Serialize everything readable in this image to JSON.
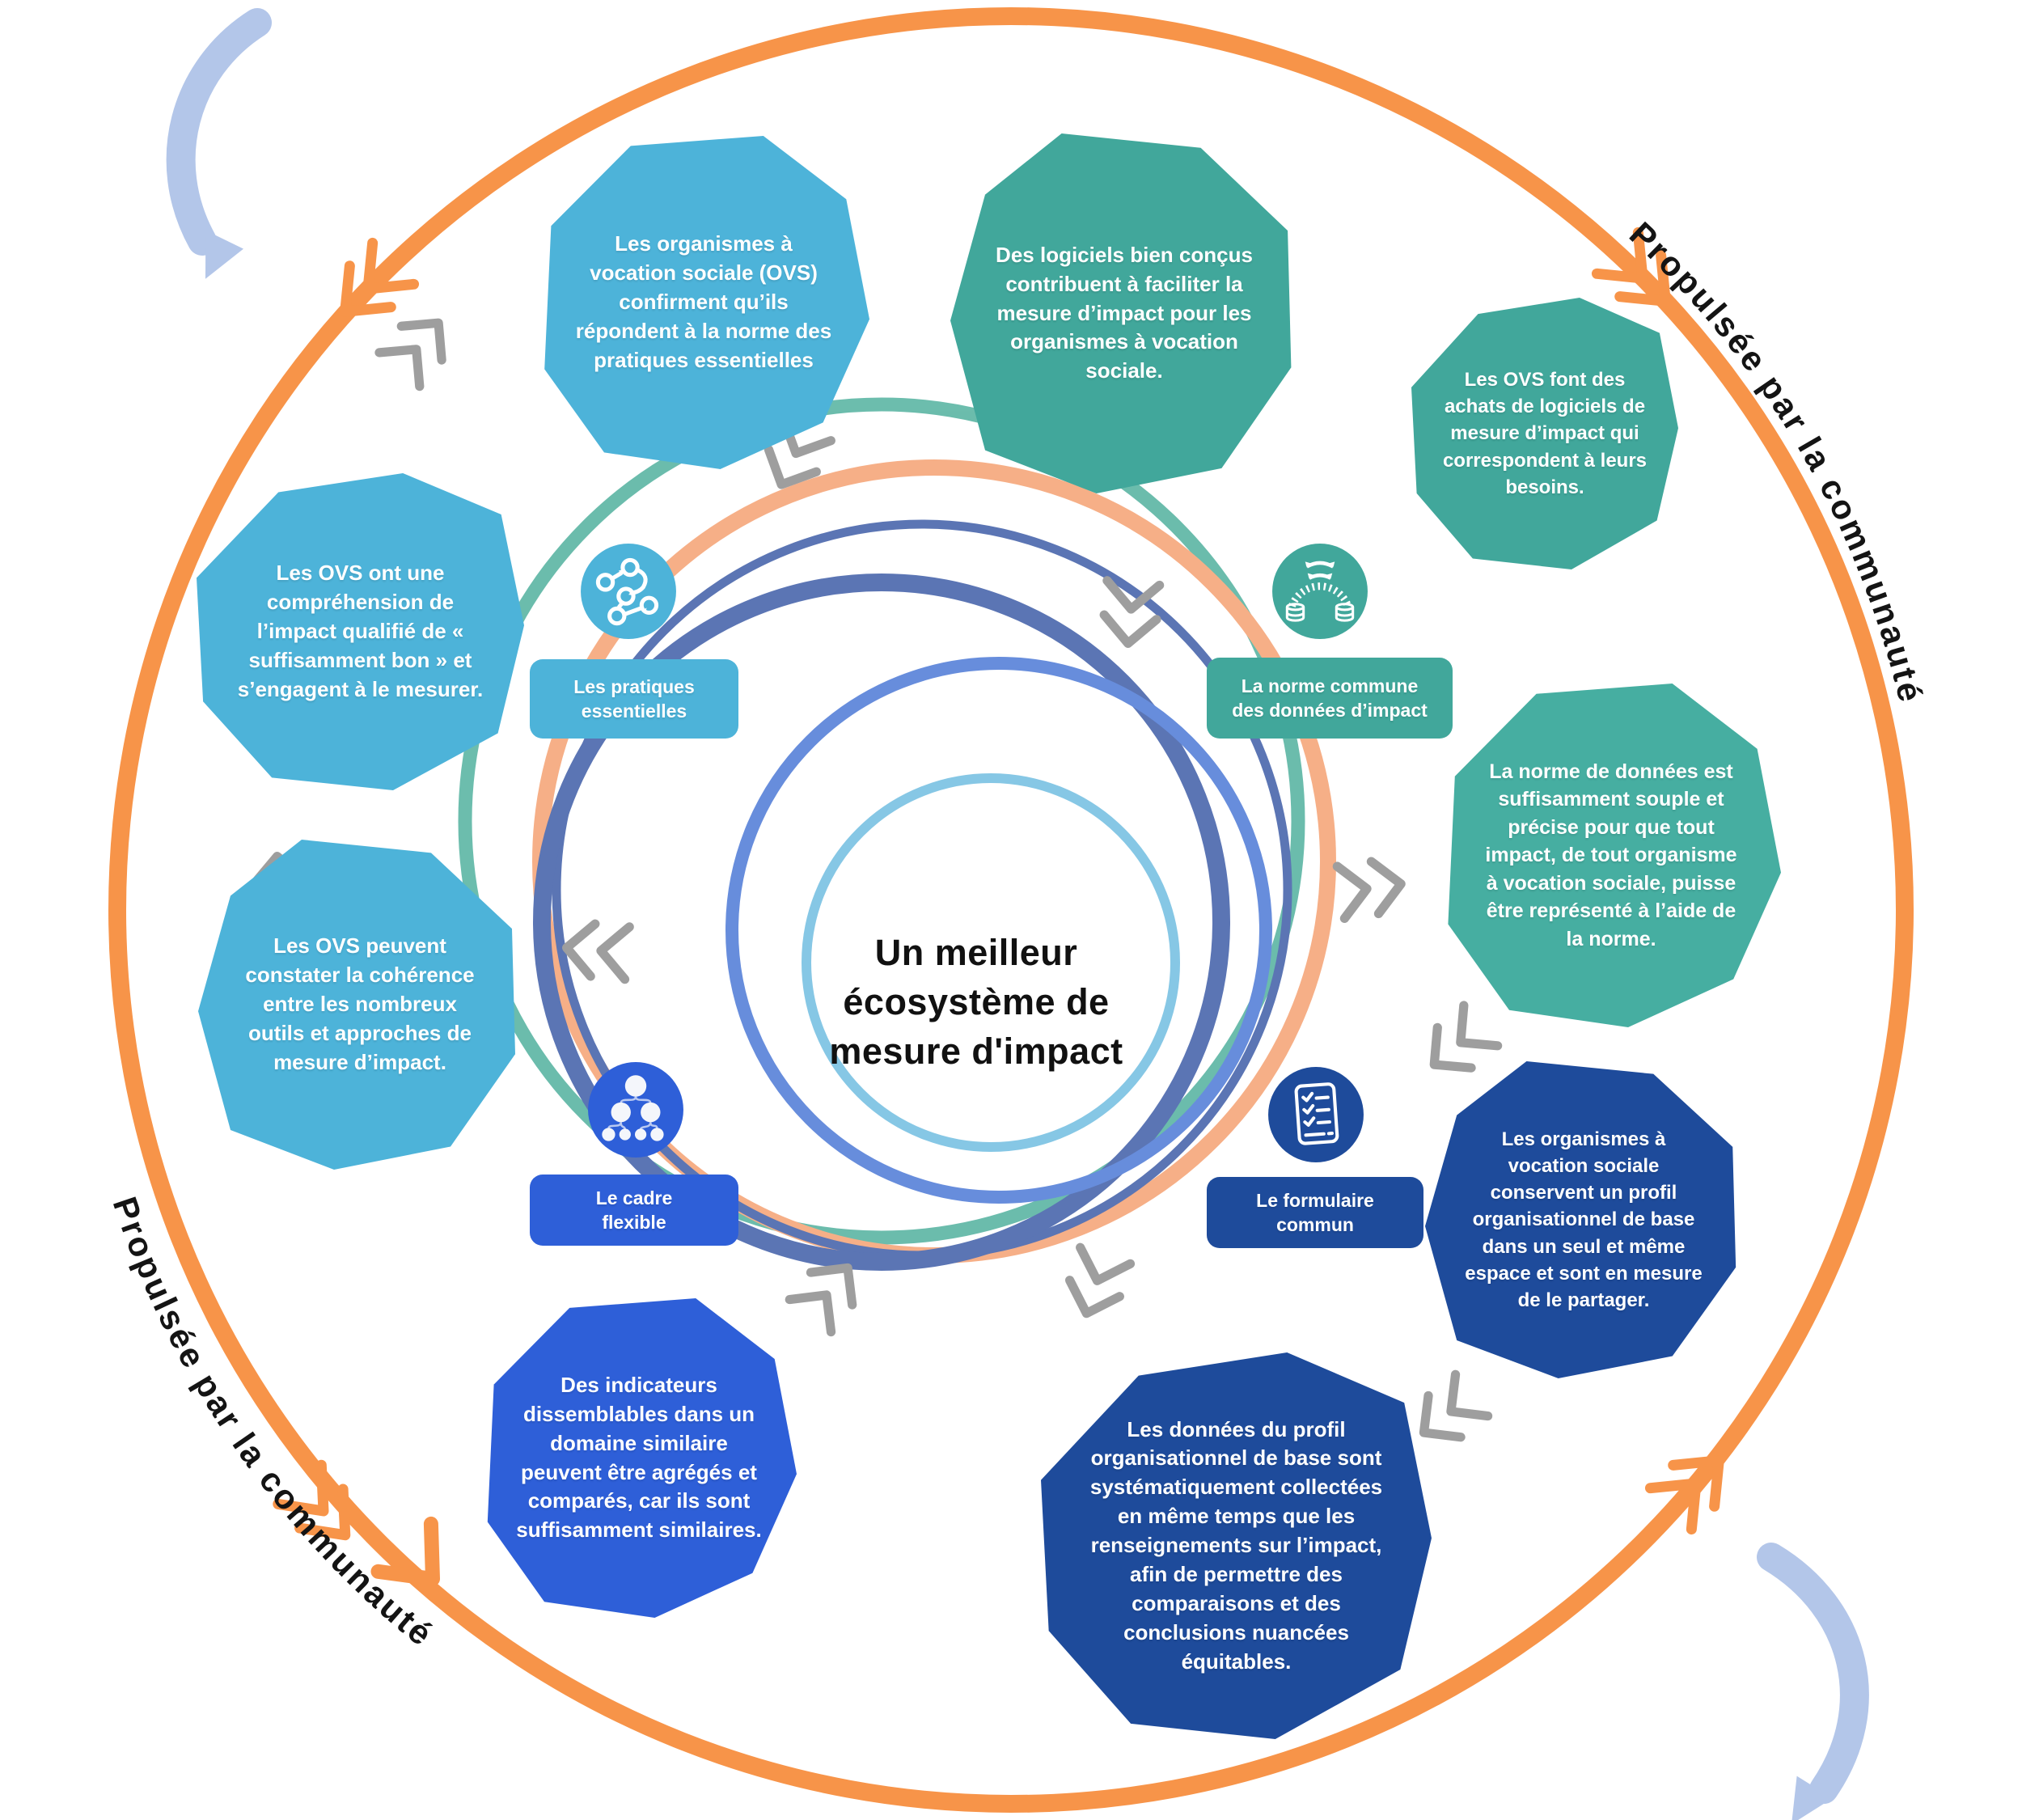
{
  "center": {
    "title": "Un meilleur\nécosystème de\nmesure d'impact"
  },
  "ring_text": {
    "top_right": "Propulsée par la communauté",
    "bottom_left": "Propulsée par la communauté"
  },
  "octagons": [
    {
      "id": "confirm-practices",
      "color": "#4db3d9",
      "text": "Les organismes à vocation sociale (OVS) confirment qu’ils répondent à la norme des pratiques essentielles"
    },
    {
      "id": "software-well-designed",
      "color": "#41a79b",
      "text": "Des logiciels bien conçus contribuent à faciliter la mesure d’impact pour les organismes à vocation sociale."
    },
    {
      "id": "software-purchases",
      "color": "#41a79b",
      "text": "Les OVS font des achats de logiciels de mesure d’impact qui correspondent à leurs besoins."
    },
    {
      "id": "data-standard-flexible",
      "color": "#46aea1",
      "text": "La norme de données est suffisamment souple et précise pour que tout impact, de tout organisme à vocation sociale, puisse être représenté à l’aide de la norme."
    },
    {
      "id": "org-profile-shared",
      "color": "#1e4b9b",
      "text": "Les organismes à vocation sociale conservent un profil organisationnel de base dans un seul et même espace et sont en mesure de le partager."
    },
    {
      "id": "profile-data-collected",
      "color": "#1e4b9b",
      "text": "Les données du profil organisationnel de base sont systématiquement collectées en même temps que les renseignements sur l’impact, afin de permettre des comparaisons et des conclusions nuancées équitables."
    },
    {
      "id": "indicators-aggregated",
      "color": "#2e5fd8",
      "text": "Des indicateurs dissemblables dans un domaine similaire peuvent être agrégés et comparés, car ils sont suffisamment similaires."
    },
    {
      "id": "coherence-tools",
      "color": "#4db3d9",
      "text": "Les OVS peuvent constater la cohérence entre les nombreux outils et approches de mesure d’impact."
    },
    {
      "id": "good-enough-impact",
      "color": "#4db3d9",
      "text": "Les OVS ont une compréhension de l’impact qualifié de « suffisamment bon » et s’engagent à le mesurer."
    }
  ],
  "labels": [
    {
      "id": "essential-practices",
      "icon": "process-flow-icon",
      "color": "#4db3d9",
      "text": "Les pratiques\nessentielles"
    },
    {
      "id": "common-data-standard",
      "icon": "data-sync-icon",
      "color": "#41a79b",
      "text": "La norme commune\ndes données d’impact"
    },
    {
      "id": "flexible-framework",
      "icon": "hierarchy-icon",
      "color": "#2e5fd8",
      "text": "Le cadre\nflexible"
    },
    {
      "id": "common-form",
      "icon": "checklist-icon",
      "color": "#1e4b9b",
      "text": "Le formulaire\ncommun"
    }
  ],
  "colors": {
    "light_blue": "#4db3d9",
    "teal": "#41a79b",
    "teal_light": "#46aea1",
    "navy": "#1e4b9b",
    "blue": "#2e5fd8",
    "orange": "#f79449",
    "gray_chevron": "#9e9e9e",
    "periwinkle": "#b3c6e9",
    "ring_colors": [
      "#5fb7a6",
      "#f6a97d",
      "#4e6aae",
      "#5b84da",
      "#7cc3e3"
    ]
  }
}
